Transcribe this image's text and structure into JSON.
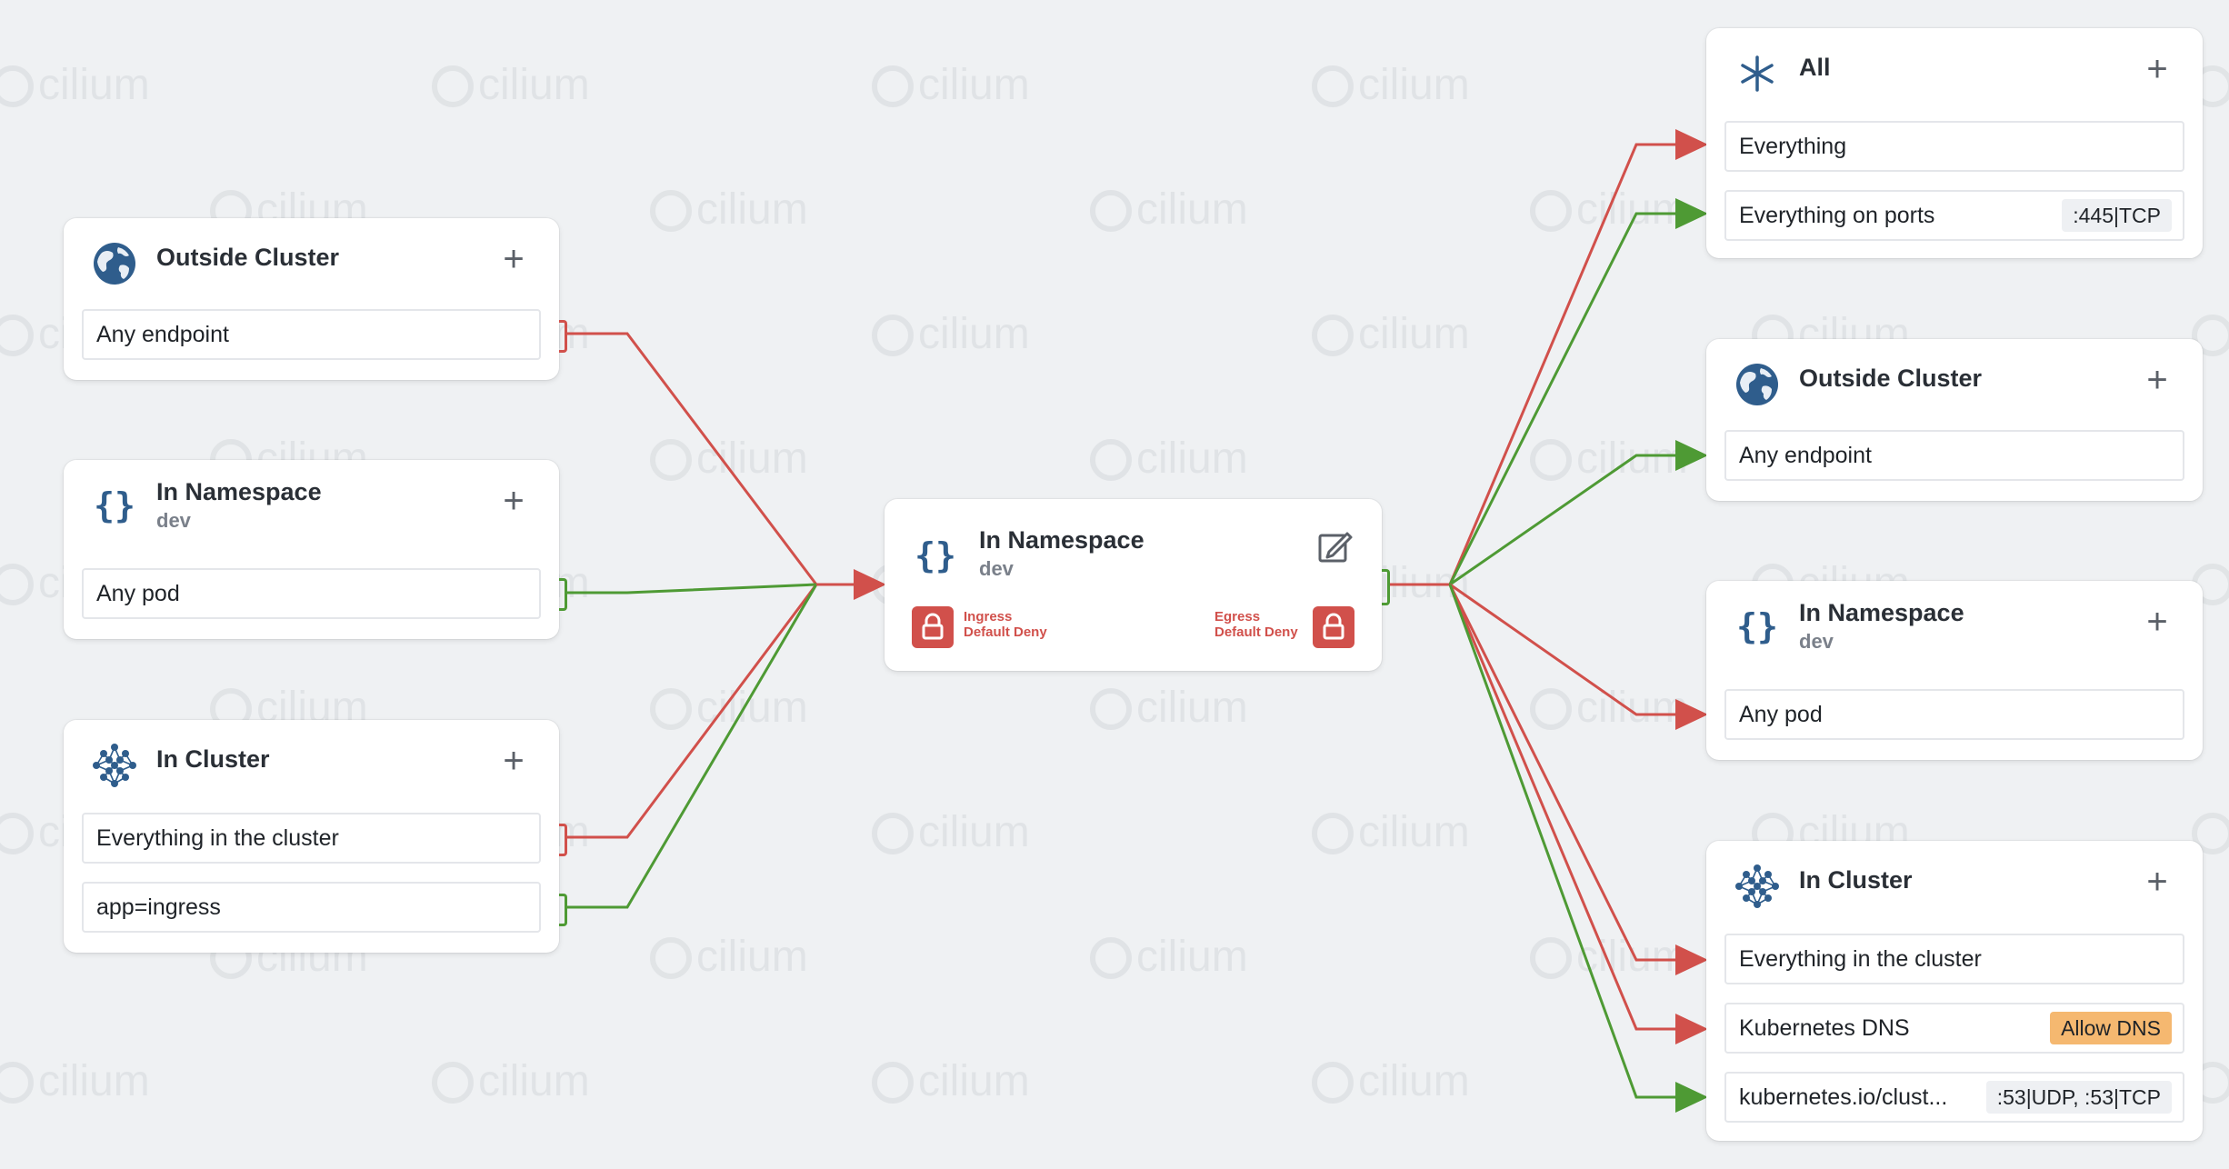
{
  "watermark_text": "cilium",
  "colors": {
    "deny": "#d1504b",
    "allow": "#4e9a34",
    "brand": "#2f5d8c"
  },
  "left_cards": [
    {
      "title": "Outside Cluster",
      "subtitle": "",
      "icon": "globe-icon",
      "rows": [
        {
          "label": "Any endpoint",
          "tag": ""
        }
      ]
    },
    {
      "title": "In Namespace",
      "subtitle": "dev",
      "icon": "braces-icon",
      "rows": [
        {
          "label": "Any pod",
          "tag": ""
        }
      ]
    },
    {
      "title": "In Cluster",
      "subtitle": "",
      "icon": "cluster-icon",
      "rows": [
        {
          "label": "Everything in the cluster",
          "tag": ""
        },
        {
          "label": "app=ingress",
          "tag": ""
        }
      ]
    }
  ],
  "center_card": {
    "title": "In Namespace",
    "subtitle": "dev",
    "ingress": {
      "line1": "Ingress",
      "line2": "Default Deny"
    },
    "egress": {
      "line1": "Egress",
      "line2": "Default Deny"
    }
  },
  "right_cards": [
    {
      "title": "All",
      "subtitle": "",
      "icon": "asterisk-icon",
      "rows": [
        {
          "label": "Everything",
          "tag": ""
        },
        {
          "label": "Everything on ports",
          "tag": ":445|TCP"
        }
      ]
    },
    {
      "title": "Outside Cluster",
      "subtitle": "",
      "icon": "globe-icon",
      "rows": [
        {
          "label": "Any endpoint",
          "tag": ""
        }
      ]
    },
    {
      "title": "In Namespace",
      "subtitle": "dev",
      "icon": "braces-icon",
      "rows": [
        {
          "label": "Any pod",
          "tag": ""
        }
      ]
    },
    {
      "title": "In Cluster",
      "subtitle": "",
      "icon": "cluster-icon",
      "rows": [
        {
          "label": "Everything in the cluster",
          "tag": ""
        },
        {
          "label": "Kubernetes DNS",
          "tag": "Allow DNS"
        },
        {
          "label": "kubernetes.io/clust...",
          "tag": ":53|UDP, :53|TCP"
        }
      ]
    }
  ]
}
